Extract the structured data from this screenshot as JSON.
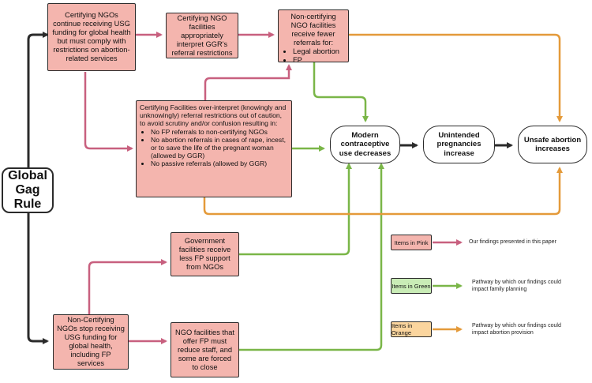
{
  "root": {
    "line1": "Global",
    "line2": "Gag",
    "line3": "Rule"
  },
  "boxes": {
    "certifying_ngos": "Certifying NGOs continue receiving USG funding for global health but must comply with restrictions on abortion-related services",
    "certifying_facilities_interpret": "Certifying NGO facilities appropriately interpret GGR's referral restrictions",
    "noncertifying_referrals": {
      "lead": "Non-certifying NGO facilities receive fewer referrals for:",
      "items": [
        "Legal abortion",
        "FP"
      ]
    },
    "overinterpret": {
      "lead": "Certifying Facilities over-interpret (knowingly and unknowingly) referral restrictions out of caution, to avoid scrutiny and/or confusion resulting in:",
      "items": [
        "No FP referrals to non-certifying NGOs",
        "No abortion referrals in cases of rape, incest, or to save the life of the pregnant woman (allowed by GGR)",
        "No passive referrals (allowed by GGR)"
      ]
    },
    "government_facilities": "Government facilities receive less FP support from NGOs",
    "noncertifying_ngos": "Non-Certifying NGOs stop receiving USG funding for global health, including FP services",
    "ngo_facilities_fp": "NGO facilities that offer FP must reduce staff, and some are forced to close"
  },
  "outcomes": {
    "modern_contraceptive": "Modern contraceptive use decreases",
    "unintended_pregnancies": "Unintended pregnancies increase",
    "unsafe_abortion": "Unsafe abortion increases"
  },
  "legend": [
    {
      "swatch": "Items in Pink",
      "text": "Our findings presented in this paper",
      "color": "#c8607f",
      "fill": "#f4b5ae"
    },
    {
      "swatch": "Items in Green",
      "text": "Pathway by which our findings could impact family planning",
      "color": "#7ab648",
      "fill": "#c9ecb6"
    },
    {
      "swatch": "Items in Orange",
      "text": "Pathway by which our findings could impact abortion provision",
      "color": "#e49a3a",
      "fill": "#fbd59e"
    }
  ],
  "colors": {
    "pink": "#c8607f",
    "green": "#7ab648",
    "orange": "#e49a3a",
    "black": "#2b2b2b",
    "box_fill": "#f4b5ae"
  }
}
